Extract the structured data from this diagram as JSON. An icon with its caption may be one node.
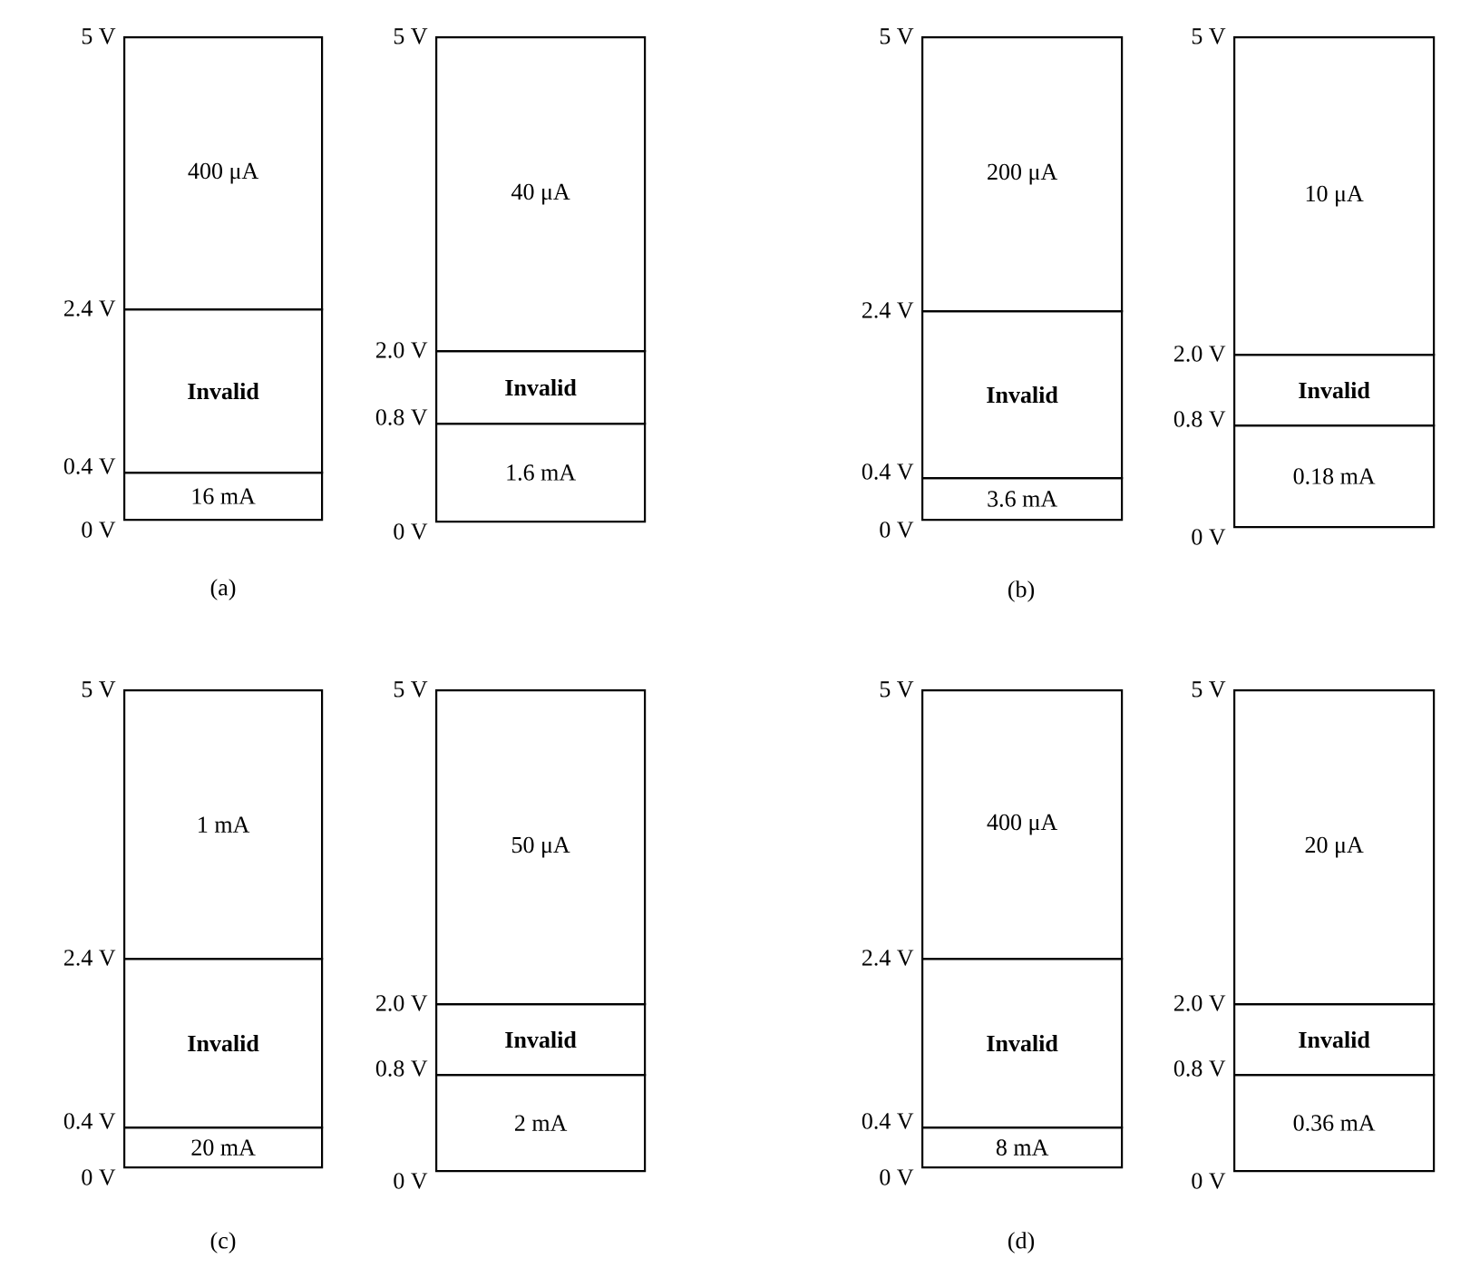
{
  "diagram": {
    "nodes": [
      {
        "text": [
          "400 μA"
        ]
      },
      {
        "text": [
          "Invalid"
        ]
      },
      {
        "text": [
          "16 mA"
        ]
      },
      {
        "text": [
          "40 μA"
        ]
      },
      {
        "text": [
          "Invalid"
        ]
      },
      {
        "text": [
          "1.6 mA"
        ]
      },
      {
        "text": [
          "200 μA"
        ]
      },
      {
        "text": [
          "Invalid"
        ]
      },
      {
        "text": [
          "3.6 mA"
        ]
      },
      {
        "text": [
          "10 μA"
        ]
      },
      {
        "text": [
          "Invalid"
        ]
      },
      {
        "text": [
          "0.18 mA"
        ]
      },
      {
        "text": [
          "1 mA"
        ]
      },
      {
        "text": [
          "Invalid"
        ]
      },
      {
        "text": [
          "20 mA"
        ]
      },
      {
        "text": [
          "50 μA"
        ]
      },
      {
        "text": [
          "Invalid"
        ]
      },
      {
        "text": [
          "2 mA"
        ]
      },
      {
        "text": [
          "400 μA"
        ]
      },
      {
        "text": [
          "Invalid"
        ]
      },
      {
        "text": [
          "8 mA"
        ]
      },
      {
        "text": [
          "20 μA"
        ]
      },
      {
        "text": [
          "Invalid"
        ]
      },
      {
        "text": [
          "0.36 mA"
        ]
      }
    ],
    "labels": [
      "5 V",
      "2.4 V",
      "0.4 V",
      "0 V",
      "5 V",
      "2.0 V",
      "0.8 V",
      "0 V",
      "5 V",
      "2.4 V",
      "0.4 V",
      "0 V",
      "5 V",
      "2.0 V",
      "0.8 V",
      "0 V",
      "(a)",
      "(b)",
      "5 V",
      "2.4 V",
      "0.4 V",
      "0 V",
      "5 V",
      "2.0 V",
      "0.8 V",
      "0 V",
      "5 V",
      "2.4 V",
      "0.4 V",
      "0 V",
      "5 V",
      "2.0 V",
      "0.8 V",
      "0 V",
      "(c)",
      "(d)"
    ]
  }
}
